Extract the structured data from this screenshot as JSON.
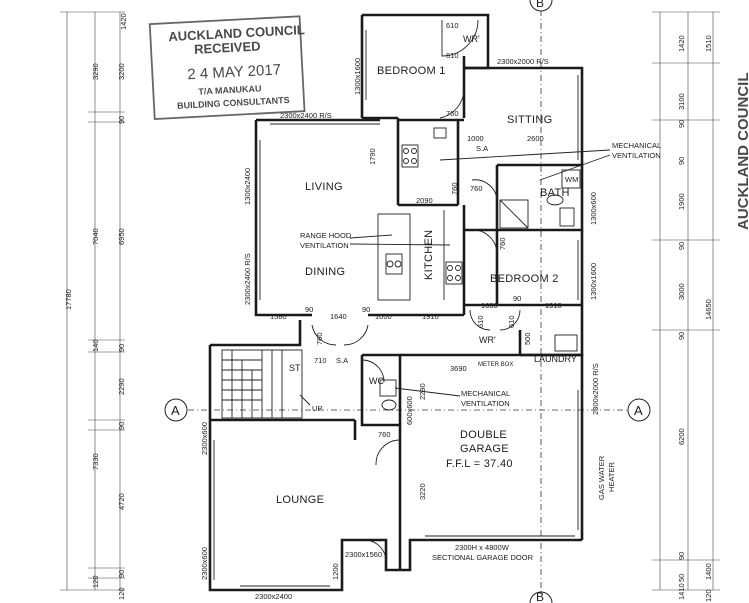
{
  "stamp": {
    "line1": "AUCKLAND COUNCIL",
    "line2": "RECEIVED",
    "date": "2 4 MAY 2017",
    "line3": "T/A MANUKAU",
    "line4": "BUILDING CONSULTANTS"
  },
  "side_stamp": "AUCKLAND COUNCIL",
  "grid_marks": {
    "a": "A",
    "b": "B"
  },
  "rooms": {
    "bedroom1": "BEDROOM 1",
    "sitting": "SITTING",
    "living": "LIVING",
    "dining": "DINING",
    "kitchen": "KITCHEN",
    "bath": "BATH",
    "bedroom2": "BEDROOM 2",
    "lounge": "LOUNGE",
    "double_garage": "DOUBLE",
    "double_garage_2": "GARAGE",
    "ffl": "F.F.L = 37.40",
    "laundry": "LAUNDRY",
    "st": "ST",
    "wc": "WC",
    "wr1": "WR'",
    "wr2": "WR'",
    "wm": "WM",
    "up": "UP"
  },
  "notes": {
    "mech_vent_1a": "MECHANICAL",
    "mech_vent_1b": "VENTILATION",
    "mech_vent_2a": "MECHANICAL",
    "mech_vent_2b": "VENTILATION",
    "range_hood_a": "RANGE HOOD",
    "range_hood_b": "VENTILATION",
    "sa1": "S.A",
    "sa2": "S.A",
    "meter_box": "METER BOX",
    "gas_water_heater_a": "GAS WATER",
    "gas_water_heater_b": "HEATER",
    "garage_door_a": "2300H x 4800W",
    "garage_door_b": "SECTIONAL GARAGE DOOR"
  },
  "dims_top": {
    "d610a": "610",
    "d610b": "610",
    "bed_window": "1300x1600",
    "sit_window": "2300x2000 R/S",
    "living_window": "2300x2400 R/S",
    "d1790": "1790",
    "d760a": "760",
    "d1000": "1000",
    "d2600": "2600",
    "d760b": "760",
    "d760c": "760",
    "d2090": "2090",
    "d760d": "760",
    "bath_window": "1300x600",
    "living_side_window": "1300x2400",
    "dining_window": "2300x2400 R/S",
    "bed2_window": "1300x1600",
    "d1580": "1580",
    "d90a": "90",
    "d1640": "1640",
    "d90b": "90",
    "d1000b": "1000",
    "d1910a": "1910",
    "d1600": "1600",
    "d90c": "90",
    "d1910b": "1910",
    "d760e": "760",
    "d710": "710",
    "d610c": "610",
    "d610d": "610",
    "d500": "500",
    "d3690": "3690",
    "d2290": "2290",
    "wc_window": "600x600",
    "garage_side_window": "2300x2000 R/S",
    "d760f": "760",
    "lounge_window1": "2300x600",
    "d3220": "3220",
    "lounge_window2": "2300x600",
    "d1200": "1200",
    "lounge_bottom_window": "2300x1560",
    "lounge_bottom_window2": "2300x2400"
  },
  "dims_left_outer": {
    "total": "17780",
    "d1420": "1420",
    "d3290": "3290",
    "d3200": "3200",
    "d90a": "90",
    "d7040": "7040",
    "d6950": "6950",
    "d90b": "90",
    "d140": "140",
    "d2290": "2290",
    "d90c": "90",
    "d7330": "7330",
    "d4720": "4720",
    "d90d": "90",
    "d120a": "120",
    "d120b": "120"
  },
  "dims_right_outer": {
    "d1420": "1420",
    "d1510": "1510",
    "d90a": "90",
    "d3100": "3100",
    "d90b": "90",
    "d1900": "1900",
    "d90c": "90",
    "d3000": "3000",
    "d14650": "14650",
    "d90d": "90",
    "d6200": "6200",
    "d90e": "90",
    "d1410": "1410",
    "d1400": "1400",
    "d120": "120",
    "d50": "50"
  }
}
